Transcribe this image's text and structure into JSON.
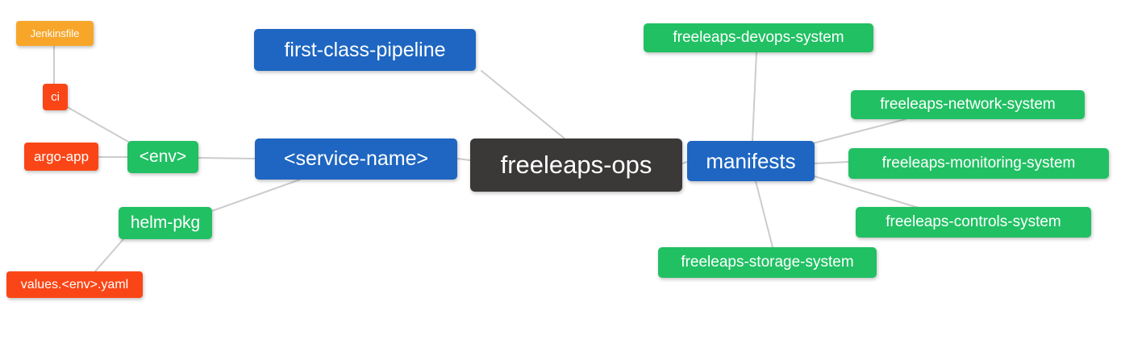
{
  "diagram": {
    "type": "mindmap",
    "root_label": "freeleaps-ops"
  },
  "colors": {
    "blue": "#1e66c1",
    "green": "#21c063",
    "red": "#fa4616",
    "orange": "#f8a62a",
    "dark": "#3b3838",
    "edge": "#cccccc",
    "background": "#ffffff",
    "node_text": "#ffffff"
  },
  "nodes": {
    "jenkinsfile": {
      "label": "Jenkinsfile",
      "color": "#f8a62a"
    },
    "ci": {
      "label": "ci",
      "color": "#fa4616"
    },
    "argo_app": {
      "label": "argo-app",
      "color": "#fa4616"
    },
    "env": {
      "label": "<env>",
      "color": "#21c063"
    },
    "helm_pkg": {
      "label": "helm-pkg",
      "color": "#21c063"
    },
    "values_env_yaml": {
      "label": "values.<env>.yaml",
      "color": "#fa4616"
    },
    "first_class_pipeline": {
      "label": "first-class-pipeline",
      "color": "#1e66c1"
    },
    "service_name": {
      "label": "<service-name>",
      "color": "#1e66c1"
    },
    "freeleaps_ops": {
      "label": "freeleaps-ops",
      "color": "#3b3838"
    },
    "manifests": {
      "label": "manifests",
      "color": "#1e66c1"
    },
    "devops_system": {
      "label": "freeleaps-devops-system",
      "color": "#21c063"
    },
    "network_system": {
      "label": "freeleaps-network-system",
      "color": "#21c063"
    },
    "monitoring_system": {
      "label": "freeleaps-monitoring-system",
      "color": "#21c063"
    },
    "controls_system": {
      "label": "freeleaps-controls-system",
      "color": "#21c063"
    },
    "storage_system": {
      "label": "freeleaps-storage-system",
      "color": "#21c063"
    }
  },
  "edges": [
    [
      "Jenkinsfile",
      "ci"
    ],
    [
      "ci",
      "<env>"
    ],
    [
      "argo-app",
      "<env>"
    ],
    [
      "<env>",
      "<service-name>"
    ],
    [
      "helm-pkg",
      "<service-name>"
    ],
    [
      "values.<env>.yaml",
      "helm-pkg"
    ],
    [
      "first-class-pipeline",
      "freeleaps-ops"
    ],
    [
      "<service-name>",
      "freeleaps-ops"
    ],
    [
      "freeleaps-ops",
      "manifests"
    ],
    [
      "manifests",
      "freeleaps-devops-system"
    ],
    [
      "manifests",
      "freeleaps-network-system"
    ],
    [
      "manifests",
      "freeleaps-monitoring-system"
    ],
    [
      "manifests",
      "freeleaps-controls-system"
    ],
    [
      "manifests",
      "freeleaps-storage-system"
    ]
  ]
}
